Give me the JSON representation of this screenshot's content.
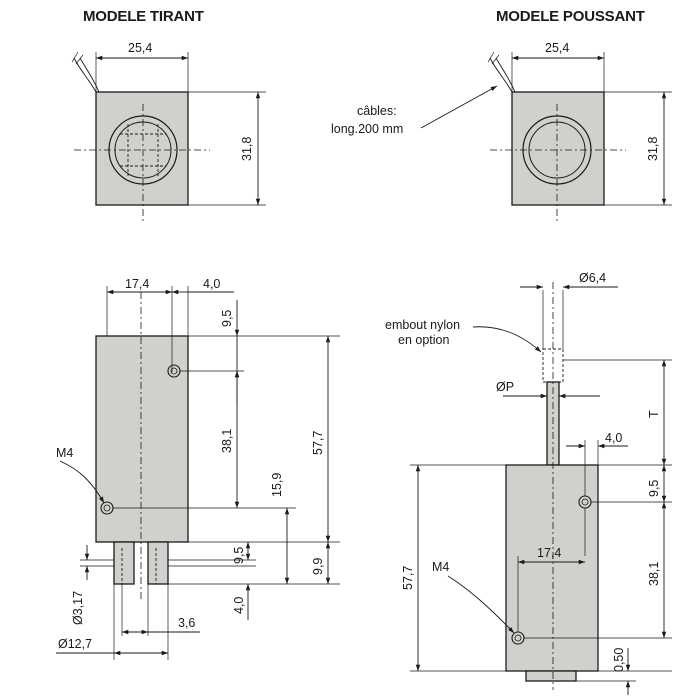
{
  "titles": {
    "tirant": "MODELE TIRANT",
    "poussant": "MODELE POUSSANT"
  },
  "notes": {
    "cables_line1": "câbles:",
    "cables_line2": "long.200 mm",
    "embout_line1": "embout nylon",
    "embout_line2": "en option",
    "m4": "M4",
    "dia_p": "ØP",
    "stroke_t": "T"
  },
  "dims": {
    "width_25_4": "25,4",
    "height_31_8": "31,8",
    "d_17_4": "17,4",
    "d_4_0": "4,0",
    "d_9_5": "9,5",
    "d_38_1": "38,1",
    "d_57_7": "57,7",
    "d_15_9": "15,9",
    "d_9_9": "9,9",
    "d_3_17": "Ø3,17",
    "d_12_7": "Ø12,7",
    "d_3_6": "3,6",
    "d_6_4": "Ø6,4",
    "d_0_50": "0,50"
  }
}
